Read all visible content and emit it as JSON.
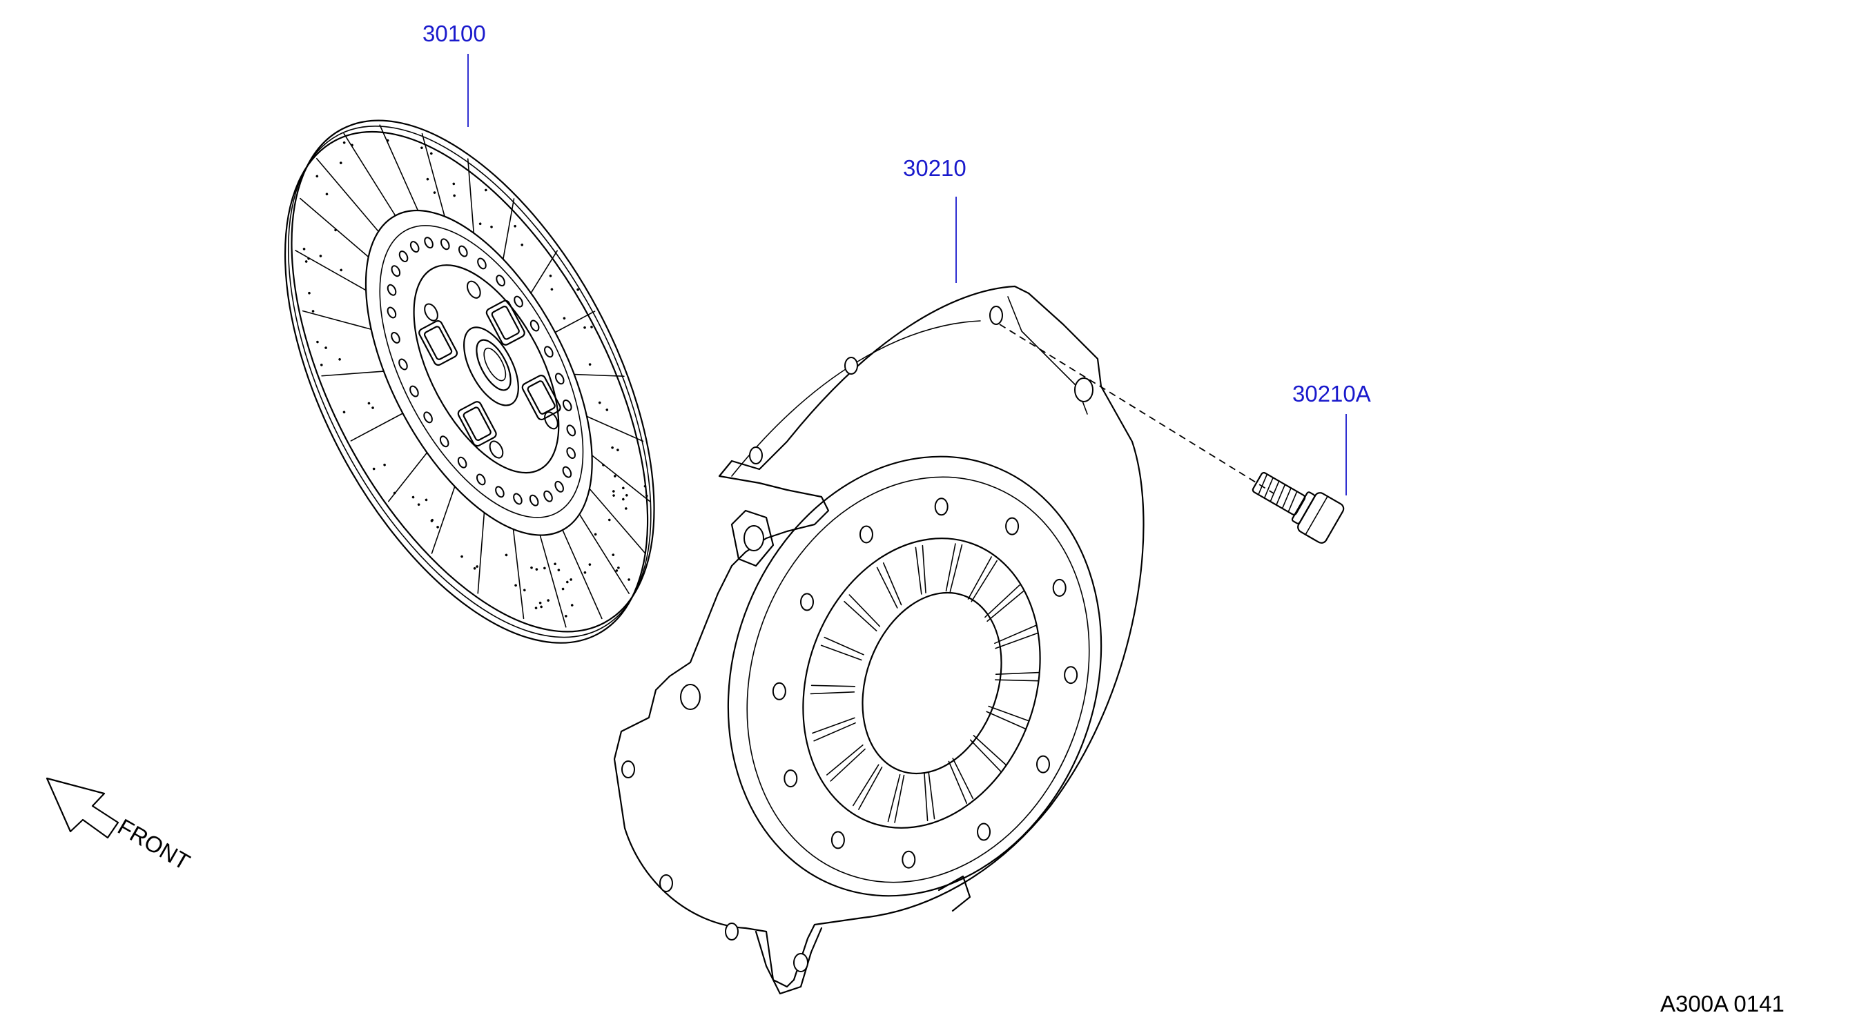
{
  "callouts": {
    "clutch_disc": "30100",
    "clutch_cover": "30210",
    "cover_bolt": "30210A"
  },
  "direction_label": "FRONT",
  "diagram_code": "A300A  0141",
  "colors": {
    "callout": "#1a1acc",
    "line": "#000000",
    "background": "#ffffff"
  }
}
